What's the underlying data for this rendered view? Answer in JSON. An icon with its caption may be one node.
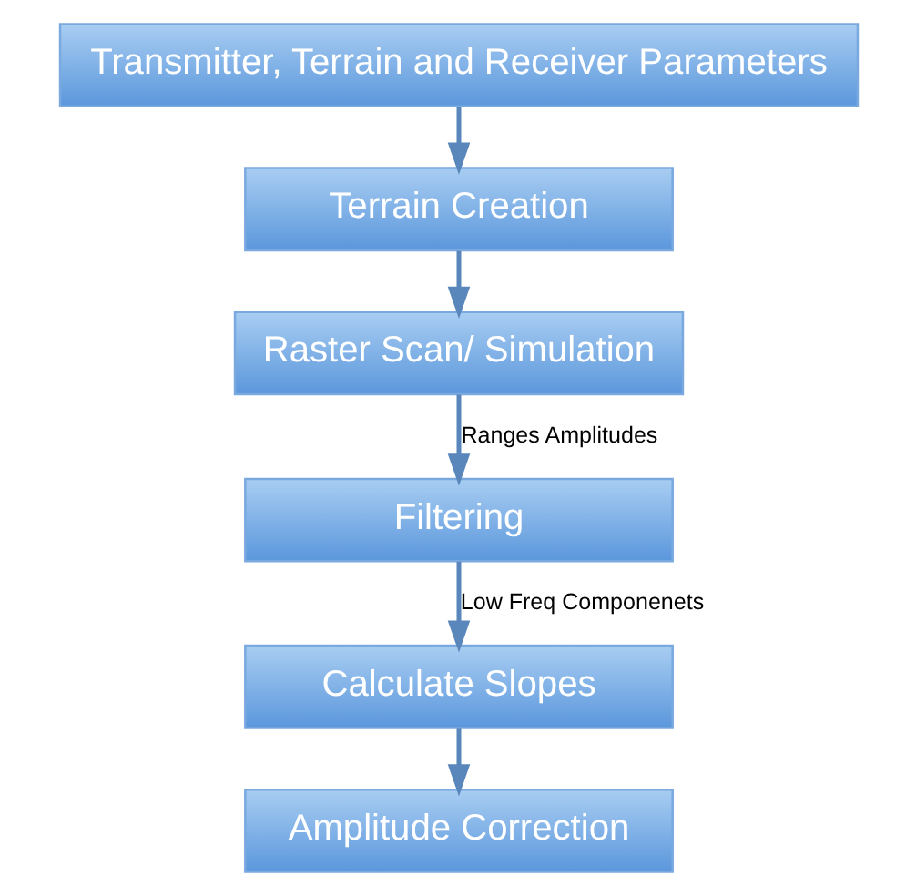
{
  "diagram": {
    "nodes": [
      {
        "text": [
          "Transmitter, Terrain and Receiver Parameters"
        ]
      },
      {
        "text": [
          "Terrain Creation"
        ]
      },
      {
        "text": [
          "Raster Scan/ Simulation"
        ]
      },
      {
        "text": [
          "Filtering"
        ]
      },
      {
        "text": [
          "Calculate Slopes"
        ]
      },
      {
        "text": [
          "Amplitude Correction"
        ]
      }
    ],
    "edges": [
      {
        "from": 0,
        "to": 1,
        "arrow": "to"
      },
      {
        "from": 1,
        "to": 2,
        "arrow": "to"
      },
      {
        "from": 2,
        "to": 3,
        "arrow": "to",
        "label": "Ranges Amplitudes"
      },
      {
        "from": 3,
        "to": 4,
        "arrow": "to",
        "label": "Low Freq Componenets"
      },
      {
        "from": 4,
        "to": 5,
        "arrow": "to"
      }
    ]
  }
}
